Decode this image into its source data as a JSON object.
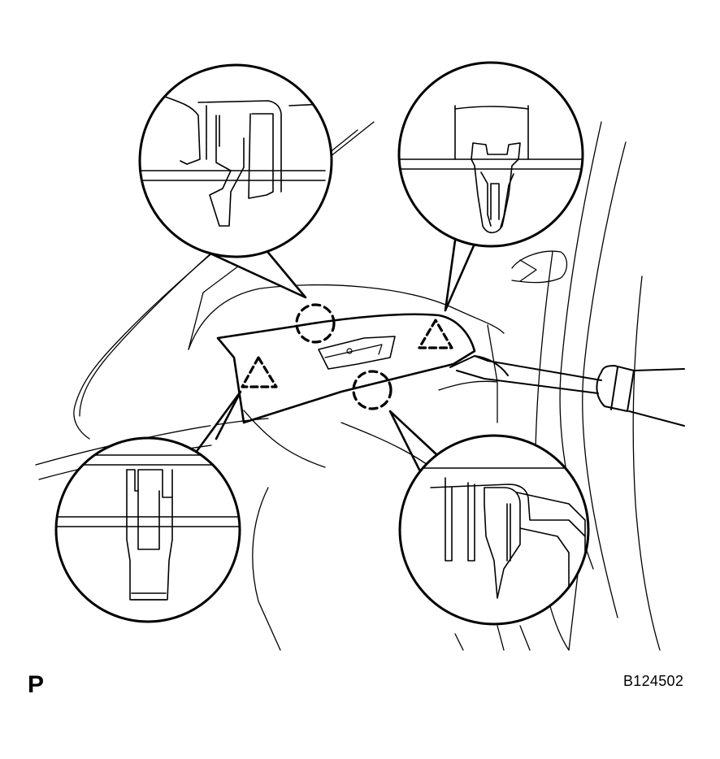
{
  "figure": {
    "view_label": "P",
    "figure_code": "B124502",
    "line_color": "#000000",
    "background_color": "#ffffff",
    "marker_types": [
      "circle-clip-marker",
      "triangle-clip-marker"
    ],
    "tool": "screwdriver"
  }
}
